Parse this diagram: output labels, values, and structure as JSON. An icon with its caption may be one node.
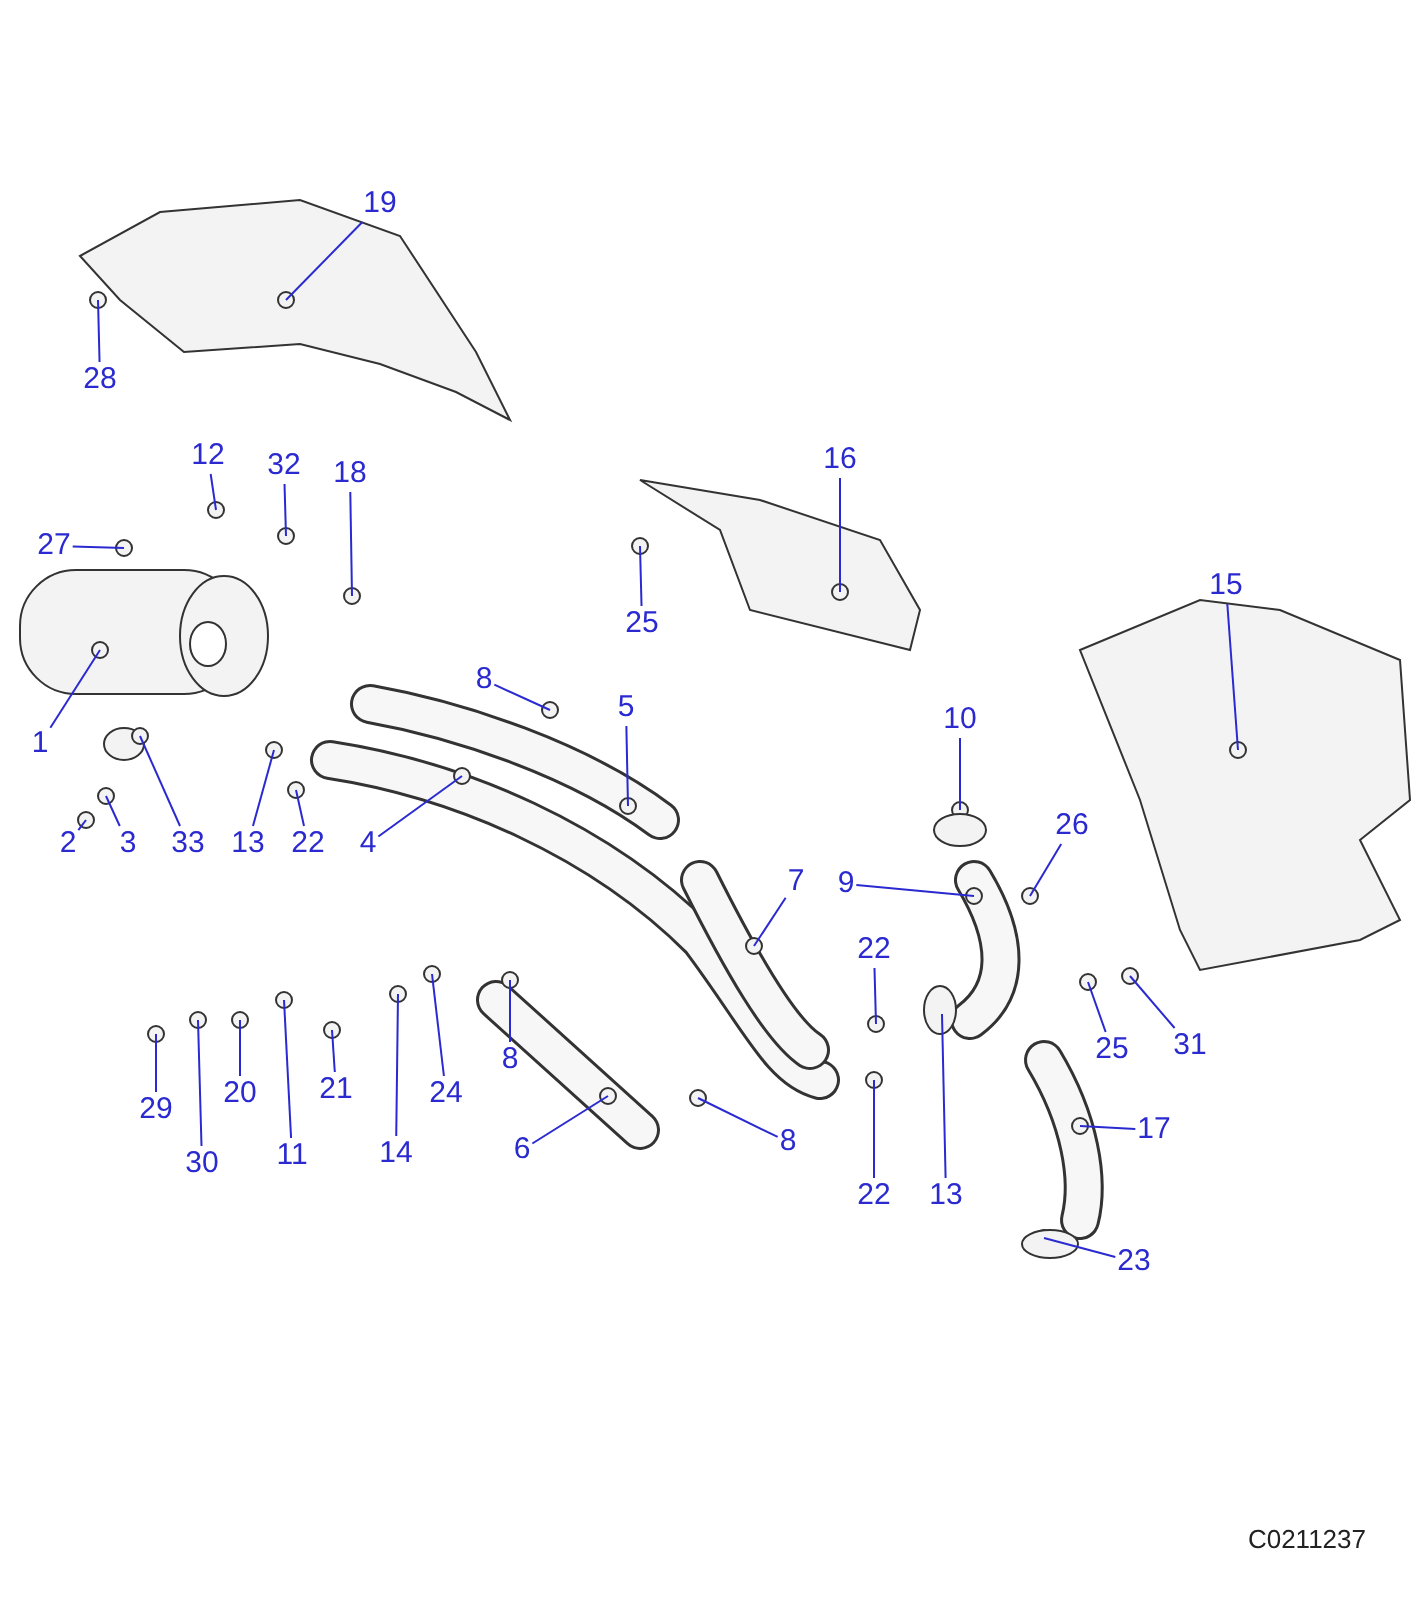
{
  "diagram": {
    "nodes": [
      {
        "text": [
          "19"
        ]
      },
      {
        "text": [
          "28"
        ]
      },
      {
        "text": [
          "12"
        ]
      },
      {
        "text": [
          "16"
        ]
      },
      {
        "text": [
          "32"
        ]
      },
      {
        "text": [
          "18"
        ]
      },
      {
        "text": [
          "27"
        ]
      },
      {
        "text": [
          "15"
        ]
      },
      {
        "text": [
          "25"
        ]
      },
      {
        "text": [
          "8"
        ]
      },
      {
        "text": [
          "5"
        ]
      },
      {
        "text": [
          "10"
        ]
      },
      {
        "text": [
          "1"
        ]
      },
      {
        "text": [
          "26"
        ]
      },
      {
        "text": [
          "2"
        ]
      },
      {
        "text": [
          "3"
        ]
      },
      {
        "text": [
          "33"
        ]
      },
      {
        "text": [
          "13"
        ]
      },
      {
        "text": [
          "22"
        ]
      },
      {
        "text": [
          "4"
        ]
      },
      {
        "text": [
          "7"
        ]
      },
      {
        "text": [
          "9"
        ]
      },
      {
        "text": [
          "22"
        ]
      },
      {
        "text": [
          "31"
        ]
      },
      {
        "text": [
          "25"
        ]
      },
      {
        "text": [
          "8"
        ]
      },
      {
        "text": [
          "21"
        ]
      },
      {
        "text": [
          "20"
        ]
      },
      {
        "text": [
          "24"
        ]
      },
      {
        "text": [
          "29"
        ]
      },
      {
        "text": [
          "17"
        ]
      },
      {
        "text": [
          "8"
        ]
      },
      {
        "text": [
          "6"
        ]
      },
      {
        "text": [
          "14"
        ]
      },
      {
        "text": [
          "11"
        ]
      },
      {
        "text": [
          "30"
        ]
      },
      {
        "text": [
          "22"
        ]
      },
      {
        "text": [
          "13"
        ]
      },
      {
        "text": [
          "23"
        ]
      }
    ],
    "edges": [
      {
        "from": 0,
        "to": null,
        "arrow": "none"
      },
      {
        "from": 1,
        "to": null,
        "arrow": "none"
      },
      {
        "from": 2,
        "to": null,
        "arrow": "none"
      },
      {
        "from": 3,
        "to": null,
        "arrow": "none"
      },
      {
        "from": 4,
        "to": null,
        "arrow": "none"
      },
      {
        "from": 5,
        "to": null,
        "arrow": "none"
      },
      {
        "from": 6,
        "to": null,
        "arrow": "none"
      },
      {
        "from": 7,
        "to": null,
        "arrow": "none"
      },
      {
        "from": 8,
        "to": null,
        "arrow": "none"
      },
      {
        "from": 9,
        "to": null,
        "arrow": "none"
      },
      {
        "from": 10,
        "to": null,
        "arrow": "none"
      },
      {
        "from": 11,
        "to": null,
        "arrow": "none"
      },
      {
        "from": 12,
        "to": null,
        "arrow": "none"
      },
      {
        "from": 13,
        "to": null,
        "arrow": "none"
      },
      {
        "from": 14,
        "to": null,
        "arrow": "none"
      },
      {
        "from": 15,
        "to": null,
        "arrow": "none"
      },
      {
        "from": 16,
        "to": null,
        "arrow": "none"
      },
      {
        "from": 17,
        "to": null,
        "arrow": "none"
      },
      {
        "from": 18,
        "to": null,
        "arrow": "none"
      },
      {
        "from": 19,
        "to": null,
        "arrow": "none"
      },
      {
        "from": 20,
        "to": null,
        "arrow": "none"
      },
      {
        "from": 21,
        "to": null,
        "arrow": "none"
      },
      {
        "from": 22,
        "to": null,
        "arrow": "none"
      },
      {
        "from": 23,
        "to": null,
        "arrow": "none"
      },
      {
        "from": 24,
        "to": null,
        "arrow": "none"
      },
      {
        "from": 25,
        "to": null,
        "arrow": "none"
      },
      {
        "from": 26,
        "to": null,
        "arrow": "none"
      },
      {
        "from": 27,
        "to": null,
        "arrow": "none"
      },
      {
        "from": 28,
        "to": null,
        "arrow": "none"
      },
      {
        "from": 29,
        "to": null,
        "arrow": "none"
      },
      {
        "from": 30,
        "to": null,
        "arrow": "none"
      },
      {
        "from": 31,
        "to": null,
        "arrow": "none"
      },
      {
        "from": 32,
        "to": null,
        "arrow": "none"
      },
      {
        "from": 33,
        "to": null,
        "arrow": "none"
      },
      {
        "from": 34,
        "to": null,
        "arrow": "none"
      },
      {
        "from": 35,
        "to": null,
        "arrow": "none"
      },
      {
        "from": 36,
        "to": null,
        "arrow": "none"
      },
      {
        "from": 37,
        "to": null,
        "arrow": "none"
      },
      {
        "from": 38,
        "to": null,
        "arrow": "none"
      }
    ],
    "labels": [
      "C0211237"
    ]
  }
}
